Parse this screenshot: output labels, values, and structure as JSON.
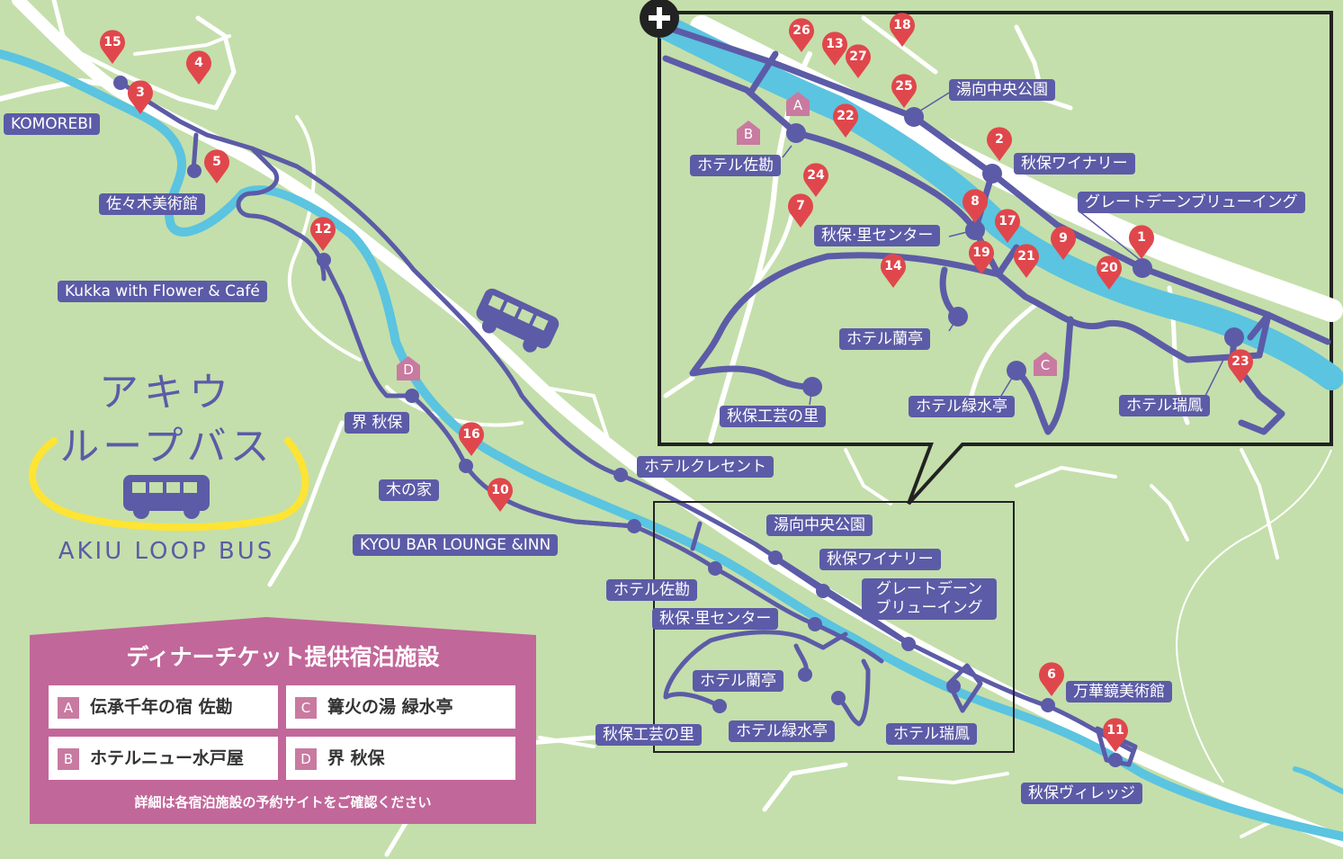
{
  "title": {
    "jp_line1": "アキウ",
    "jp_line2": "ループバス",
    "en": "AKIU LOOP BUS"
  },
  "colors": {
    "background": "#c4dfab",
    "river": "#5bc4e0",
    "road": "#ffffff",
    "route": "#5c5ba7",
    "pin": "#e0474c",
    "lodging": "#c97aa0",
    "ring": "#ffe433"
  },
  "icons": {
    "bus": "bus-icon",
    "zoom": "plus-icon",
    "pin": "map-pin-icon",
    "lodging": "house-icon"
  },
  "stops": {
    "komorebi": "KOMOREBI",
    "sasaki": "佐々木美術館",
    "kukka": "Kukka with Flower & Café",
    "kai": "界 秋保",
    "kinoie": "木の家",
    "kyou": "KYOU BAR LOUNGE &INN",
    "crescent": "ホテルクレセント",
    "yumukai": "湯向中央公園",
    "winery": "秋保ワイナリー",
    "gd_line1": "グレートデーン",
    "gd_line2": "ブリューイング",
    "sakan": "ホテル佐勘",
    "satocenter": "秋保·里センター",
    "rantei": "ホテル蘭亭",
    "kogei": "秋保工芸の里",
    "ryokusui": "ホテル緑水亭",
    "zuiho": "ホテル瑞鳳",
    "mangekyo": "万華鏡美術館",
    "village": "秋保ヴィレッジ"
  },
  "inset_stops": {
    "yumukai": "湯向中央公園",
    "winery": "秋保ワイナリー",
    "gd": "グレートデーンブリューイング",
    "sakan": "ホテル佐勘",
    "satocenter": "秋保·里センター",
    "rantei": "ホテル蘭亭",
    "kogei": "秋保工芸の里",
    "ryokusui": "ホテル緑水亭",
    "zuiho": "ホテル瑞鳳"
  },
  "pins": {
    "p15": "15",
    "p4": "4",
    "p3": "3",
    "p5": "5",
    "p12": "12",
    "p16": "16",
    "p10": "10",
    "p6": "6",
    "p11": "11",
    "p26": "26",
    "p13": "13",
    "p27": "27",
    "p18": "18",
    "p25": "25",
    "p22": "22",
    "p2": "2",
    "p24": "24",
    "p7": "7",
    "p8": "8",
    "p17": "17",
    "p9": "9",
    "p1": "1",
    "p19": "19",
    "p21": "21",
    "p20": "20",
    "p14": "14",
    "p23": "23"
  },
  "lodging_markers": {
    "a": "A",
    "b": "B",
    "c": "C",
    "d": "D"
  },
  "panel": {
    "title": "ディナーチケット提供宿泊施設",
    "items": [
      {
        "badge": "A",
        "name": "伝承千年の宿 佐勘"
      },
      {
        "badge": "C",
        "name": "篝火の湯 緑水亭"
      },
      {
        "badge": "B",
        "name": "ホテルニュー水戸屋"
      },
      {
        "badge": "D",
        "name": "界 秋保"
      }
    ],
    "note": "詳細は各宿泊施設の予約サイトをご確認ください"
  }
}
